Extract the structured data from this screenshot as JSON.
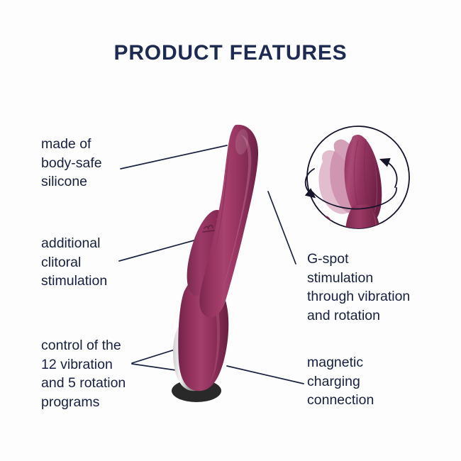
{
  "header": {
    "title": "PRODUCT FEATURES"
  },
  "colors": {
    "background": "#fdfdfd",
    "title_navy": "#1d2a52",
    "text_navy": "#17203f",
    "leader_line": "#1b2340",
    "product_body": "#8e2f5a",
    "product_body_light": "#a8416e",
    "product_body_dark": "#6d2144",
    "product_highlight": "#b8587f",
    "ghost_light": "#d7a8bd",
    "ghost_mid": "#c78aa6",
    "metal_light": "#f2f2f2",
    "metal_mid": "#a9a9a9",
    "metal_dark": "#5e5e5e",
    "inset_circle": "#14142b"
  },
  "callouts": [
    {
      "id": "material",
      "name": "callout-material",
      "text": "made of\nbody-safe\nsilicone",
      "side": "left"
    },
    {
      "id": "clitoral",
      "name": "callout-clitoral",
      "text": "additional\nclitoral\nstimulation",
      "side": "left"
    },
    {
      "id": "controls",
      "name": "callout-controls",
      "text": "control of the\n12 vibration\nand 5 rotation\nprograms",
      "side": "left"
    },
    {
      "id": "gspot",
      "name": "callout-gspot",
      "text": "G-spot\nstimulation\nthrough vibration\nand rotation",
      "side": "right"
    },
    {
      "id": "magnetic",
      "name": "callout-magnetic",
      "text": "magnetic\ncharging\nconnection",
      "side": "right"
    }
  ],
  "product": {
    "name": "rabbit-vibrator",
    "description": "burgundy silicone rabbit vibrator with curved shaft, clitoral arm, control buttons and chrome magnetic charging base"
  },
  "inset": {
    "name": "rotation-detail",
    "description": "circular inset showing rotating head with ghosted motion positions and two curved rotation arrows",
    "ghost_count": 2,
    "arrow_count": 2
  },
  "icons": {
    "brand_mark": "satisfyer-logo-icon",
    "rotation_arrow": "rotation-arrow-icon"
  }
}
